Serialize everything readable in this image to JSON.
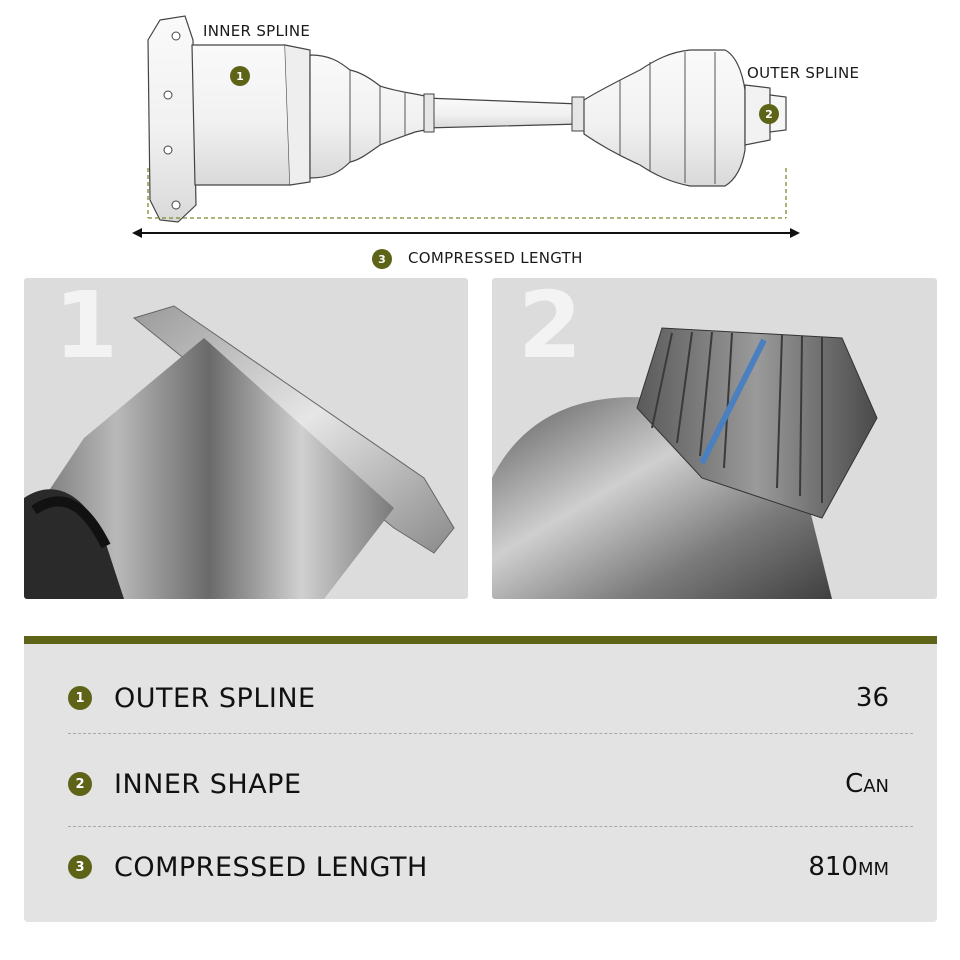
{
  "diagram": {
    "inner_spline_label": "INNER SPLINE",
    "outer_spline_label": "OUTER SPLINE",
    "length_label": "COMPRESSED LENGTH",
    "badge_1": "1",
    "badge_2": "2",
    "badge_3": "3"
  },
  "photos": [
    {
      "number": "1"
    },
    {
      "number": "2"
    }
  ],
  "specs": [
    {
      "badge": "1",
      "name": "OUTER SPLINE",
      "value": "36"
    },
    {
      "badge": "2",
      "name": "INNER SHAPE",
      "value": "Can"
    },
    {
      "badge": "3",
      "name": "COMPRESSED LENGTH",
      "value": "810mm"
    }
  ],
  "colors": {
    "accent": "#5d6418",
    "panel_bg": "#e3e3e3",
    "photo_bg": "#dcdcdc",
    "spline_marker": "#4a7fc0"
  }
}
